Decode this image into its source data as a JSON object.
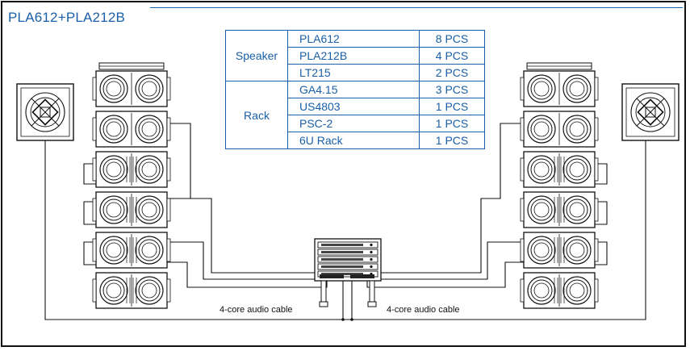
{
  "title": "PLA612+PLA212B",
  "table": {
    "groups": [
      {
        "category": "Speaker",
        "rows": [
          {
            "model": "PLA612",
            "qty": "8 PCS"
          },
          {
            "model": "PLA212B",
            "qty": "4 PCS"
          },
          {
            "model": "LT215",
            "qty": "2 PCS"
          }
        ]
      },
      {
        "category": "Rack",
        "rows": [
          {
            "model": "GA4.15",
            "qty": "3 PCS"
          },
          {
            "model": "US4803",
            "qty": "1 PCS"
          },
          {
            "model": "PSC-2",
            "qty": "1 PCS"
          },
          {
            "model": "6U Rack",
            "qty": "1 PCS"
          }
        ]
      }
    ]
  },
  "cable_labels": {
    "left": "4-core audio cable",
    "right": "4-core audio cable"
  },
  "colors": {
    "accent": "#1a5fa8",
    "line": "#111111"
  }
}
